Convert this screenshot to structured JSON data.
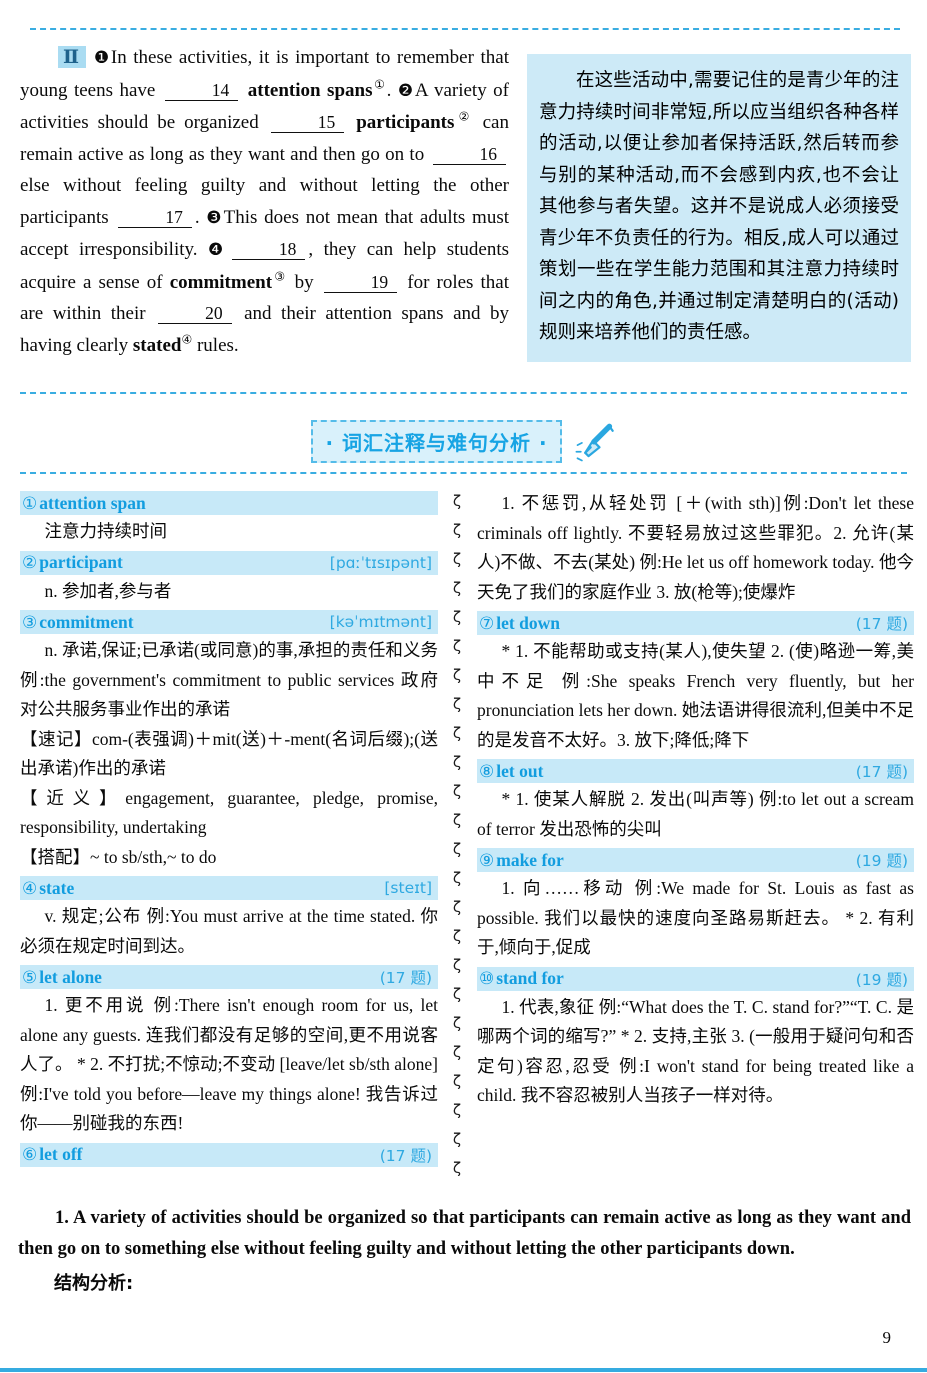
{
  "page": {
    "number": "9"
  },
  "colors": {
    "accent_blue": "#2aa7e0",
    "header_bar_bg": "#c7e9f8",
    "translation_bg": "#cdeaf7",
    "term_blue": "#129ddf",
    "header_box_bg": "#d9f1fb"
  },
  "passage": {
    "tokens": [
      {
        "t": "marker",
        "v": "Ⅱ"
      },
      {
        "t": "circ",
        "v": "❶"
      },
      {
        "t": "text",
        "v": "In these activities, it is important to remember that young teens have "
      },
      {
        "t": "blank",
        "v": "14"
      },
      {
        "t": "bold",
        "v": " attention spans"
      },
      {
        "t": "sup",
        "v": "①"
      },
      {
        "t": "text",
        "v": ". "
      },
      {
        "t": "circ",
        "v": "❷"
      },
      {
        "t": "text",
        "v": "A variety of activities should be organized "
      },
      {
        "t": "blank",
        "v": "15"
      },
      {
        "t": "bold",
        "v": " participants"
      },
      {
        "t": "sup",
        "v": "②"
      },
      {
        "t": "text",
        "v": " can remain active as long as they want and then go on to "
      },
      {
        "t": "blank",
        "v": "16"
      },
      {
        "t": "text",
        "v": " else without feeling guilty and without letting the other participants "
      },
      {
        "t": "blank",
        "v": "17"
      },
      {
        "t": "text",
        "v": ". "
      },
      {
        "t": "circ",
        "v": "❸"
      },
      {
        "t": "text",
        "v": "This does not mean that adults must accept irresponsibility. "
      },
      {
        "t": "circ",
        "v": "❹"
      },
      {
        "t": "blank",
        "v": "18"
      },
      {
        "t": "text",
        "v": ", they can help students acquire a sense of "
      },
      {
        "t": "bold",
        "v": "commitment"
      },
      {
        "t": "sup",
        "v": "③"
      },
      {
        "t": "text",
        "v": " by "
      },
      {
        "t": "blank",
        "v": "19"
      },
      {
        "t": "text",
        "v": " for roles that are within their "
      },
      {
        "t": "blank",
        "v": "20"
      },
      {
        "t": "text",
        "v": " and their attention spans and by having clearly "
      },
      {
        "t": "bold",
        "v": "stated"
      },
      {
        "t": "sup",
        "v": "④"
      },
      {
        "t": "text",
        "v": " rules."
      }
    ]
  },
  "translation": {
    "text": "在这些活动中,需要记住的是青少年的注意力持续时间非常短,所以应当组织各种各样的活动,以便让参加者保持活跃,然后转而参与别的某种活动,而不会感到内疚,也不会让其他参与者失望。这并不是说成人必须接受青少年不负责任的行为。相反,成人可以通过策划一些在学生能力范围和其注意力持续时间之内的角色,并通过制定清楚明白的(活动)规则来培养他们的责任感。"
  },
  "section_header": {
    "title": "· 词汇注释与难句分析 ·",
    "icon": "pen-icon"
  },
  "vocab": {
    "left": [
      {
        "num": "①",
        "term": "attention span",
        "tag": "",
        "body": "注意力持续时间"
      },
      {
        "num": "②",
        "term": "participant",
        "tag": "[pɑːˈtɪsɪpənt]",
        "body": "n. 参加者,参与者"
      },
      {
        "num": "③",
        "term": "commitment",
        "tag": "[kəˈmɪtmənt]",
        "body": "n. 承诺,保证;已承诺(或同意)的事,承担的责任和义务 例:the government's commitment to public services 政府对公共服务事业作出的承诺\n【速记】com-(表强调)＋mit(送)＋-ment(名词后缀);(送出承诺)作出的承诺\n【近义】engagement, guarantee, pledge, promise, responsibility, undertaking\n【搭配】~ to sb/sth,~ to do"
      },
      {
        "num": "④",
        "term": "state",
        "tag": "[steɪt]",
        "body": "v. 规定;公布 例:You must arrive at the time stated. 你必须在规定时间到达。"
      },
      {
        "num": "⑤",
        "term": "let alone",
        "tag": "(17 题)",
        "body": "1. 更不用说 例:There isn't enough room for us, let alone any guests. 连我们都没有足够的空间,更不用说客人了。 * 2. 不打扰;不惊动;不变动 [leave/let sb/sth alone] 例:I've told you before—leave my things alone! 我告诉过你——别碰我的东西!"
      },
      {
        "num": "⑥",
        "term": "let off",
        "tag": "(17 题)",
        "body": ""
      }
    ],
    "right": [
      {
        "num": "",
        "term": "",
        "tag": "",
        "body": "1. 不惩罚,从轻处罚 [＋(with sth)]例:Don't let these criminals off lightly. 不要轻易放过这些罪犯。2. 允许(某人)不做、不去(某处) 例:He let us off homework today. 他今天免了我们的家庭作业 3. 放(枪等);使爆炸"
      },
      {
        "num": "⑦",
        "term": "let down",
        "tag": "(17 题)",
        "body": "* 1. 不能帮助或支持(某人),使失望 2. (使)略逊一筹,美中不足 例:She speaks French very fluently, but her pronunciation lets her down. 她法语讲得很流利,但美中不足的是发音不太好。3. 放下;降低;降下"
      },
      {
        "num": "⑧",
        "term": "let out",
        "tag": "(17 题)",
        "body": "* 1. 使某人解脱 2. 发出(叫声等) 例:to let out a scream of terror 发出恐怖的尖叫"
      },
      {
        "num": "⑨",
        "term": "make for",
        "tag": "(19 题)",
        "body": "1. 向……移动 例:We made for St. Louis as fast as possible. 我们以最快的速度向圣路易斯赶去。 * 2. 有利于,倾向于,促成"
      },
      {
        "num": "⑩",
        "term": "stand for",
        "tag": "(19 题)",
        "body": "1. 代表,象征 例:“What does the T. C. stand for?”“T. C. 是哪两个词的缩写?” * 2. 支持,主张 3. (一般用于疑问句和否定句)容忍,忍受 例:I won't stand for being treated like a child. 我不容忍被别人当孩子一样对待。"
      }
    ]
  },
  "analysis": {
    "sentence": "1. A variety of activities should be organized so that participants can remain active as long as they want and then go on to something else without feeling guilty and without letting the other participants down.",
    "label": "结构分析:"
  }
}
